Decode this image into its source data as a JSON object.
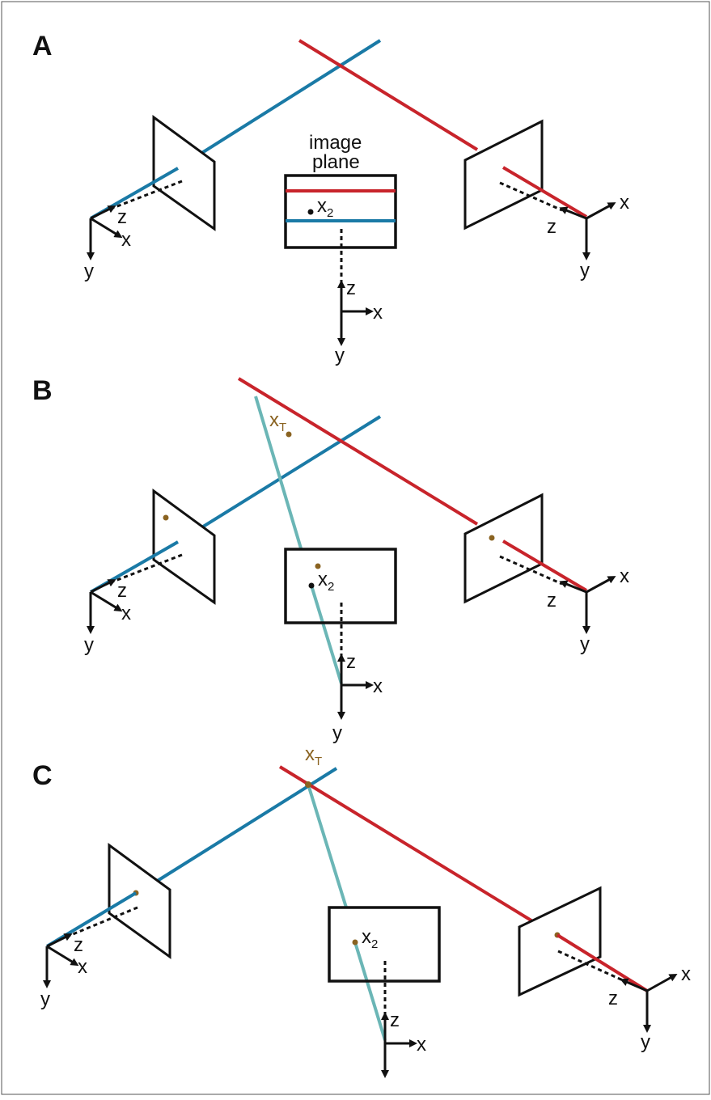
{
  "colors": {
    "camera_left_ray": "#1a7aa6",
    "camera_right_ray": "#c8242b",
    "middle_ray": "#6bb6b6",
    "triangulated_point": "#8a6321",
    "outline": "#111111"
  },
  "panels": {
    "a": {
      "label": "A",
      "image_plane_label_line1": "image",
      "image_plane_label_line2": "plane",
      "point_label": "x",
      "point_sub": "2",
      "axes": {
        "x": "x",
        "y": "y",
        "z": "z"
      }
    },
    "b": {
      "label": "B",
      "target_label": "x",
      "target_sub": "T",
      "point_label": "x",
      "point_sub": "2",
      "axes": {
        "x": "x",
        "y": "y",
        "z": "z"
      }
    },
    "c": {
      "label": "C",
      "target_label": "x",
      "target_sub": "T",
      "point_label": "x",
      "point_sub": "2",
      "axes": {
        "x": "x",
        "y": "y",
        "z": "z"
      }
    }
  }
}
